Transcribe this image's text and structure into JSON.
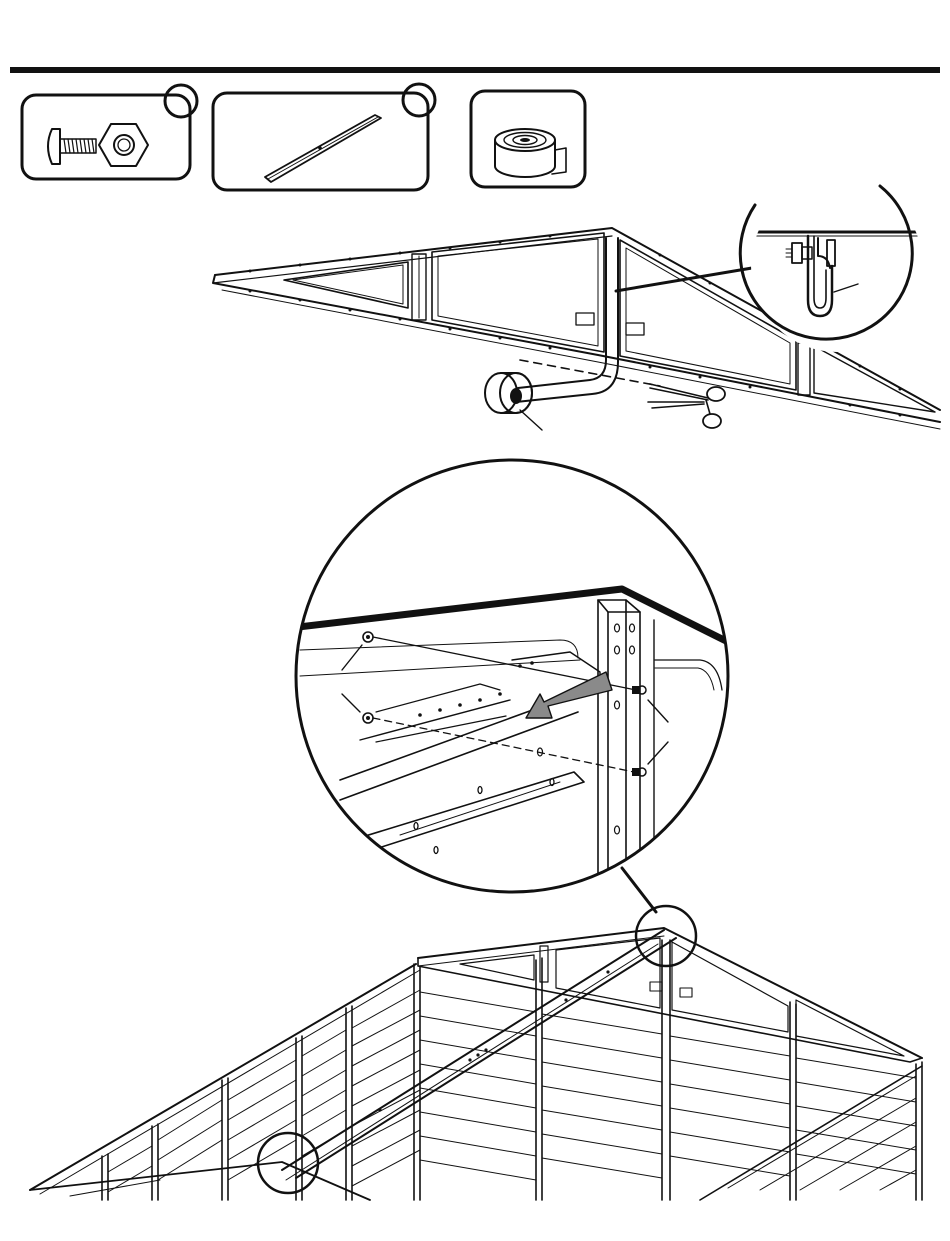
{
  "page": {
    "background": "#ffffff",
    "ink": "#111111",
    "arrow_fill": "#8a8a8a"
  },
  "parts": [
    {
      "name": "screw-and-nut",
      "icon": "bolt-nut-icon"
    },
    {
      "name": "gable-brace",
      "icon": "brace-strip-icon"
    },
    {
      "name": "foam-tape",
      "icon": "tape-roll-icon"
    }
  ],
  "callouts": {
    "clip_detail": "clip-detail-icon",
    "tape_cut": "scissors-icon",
    "gable_attach_detail": "gable-attach-detail"
  }
}
